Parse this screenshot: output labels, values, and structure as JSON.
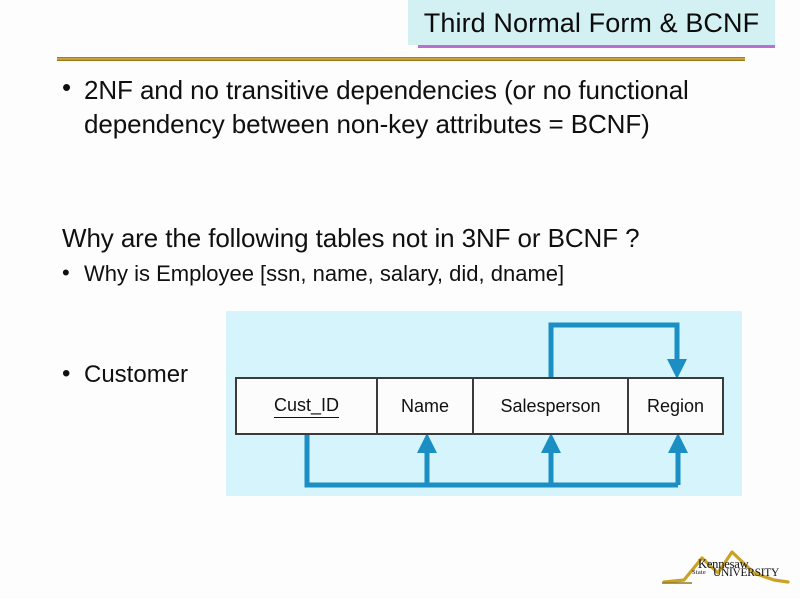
{
  "slide": {
    "title": "Third Normal Form & BCNF",
    "accent_title_bg": "#d3f1f2",
    "accent_title_rule": "#bb6fd0",
    "accent_gold_rule": "#d8b14a",
    "background": "#fdfdfd"
  },
  "body": {
    "bullet_marker": "•",
    "bullet_2nf": "2NF and no transitive dependencies (or no functional dependency between non-key attributes = BCNF)",
    "question": "Why are the following tables not in 3NF or BCNF ?",
    "bullet_employee": "Why is Employee [ssn, name, salary, did, dname]",
    "bullet_customer": "Customer"
  },
  "diagram": {
    "panel_bg": "#d5f4fb",
    "arrow_color": "#1b8fc4",
    "table_border": "#3b3b3b",
    "table_bg": "#fcfcfc",
    "columns": [
      {
        "label": "Cust_ID",
        "is_key": true
      },
      {
        "label": "Name",
        "is_key": false
      },
      {
        "label": "Salesperson",
        "is_key": false
      },
      {
        "label": "Region",
        "is_key": false
      }
    ],
    "dependencies": [
      {
        "from": "Salesperson",
        "to": "Region",
        "path": "above"
      },
      {
        "from": "Cust_ID",
        "to": "Name",
        "path": "below"
      },
      {
        "from": "Cust_ID",
        "to": "Salesperson",
        "path": "below"
      },
      {
        "from": "Cust_ID",
        "to": "Region",
        "path": "below"
      }
    ]
  },
  "logo": {
    "name_main": "Kennesaw",
    "name_state": "State",
    "name_university": "UNIVERSITY",
    "mountain_color": "#c9a227"
  }
}
